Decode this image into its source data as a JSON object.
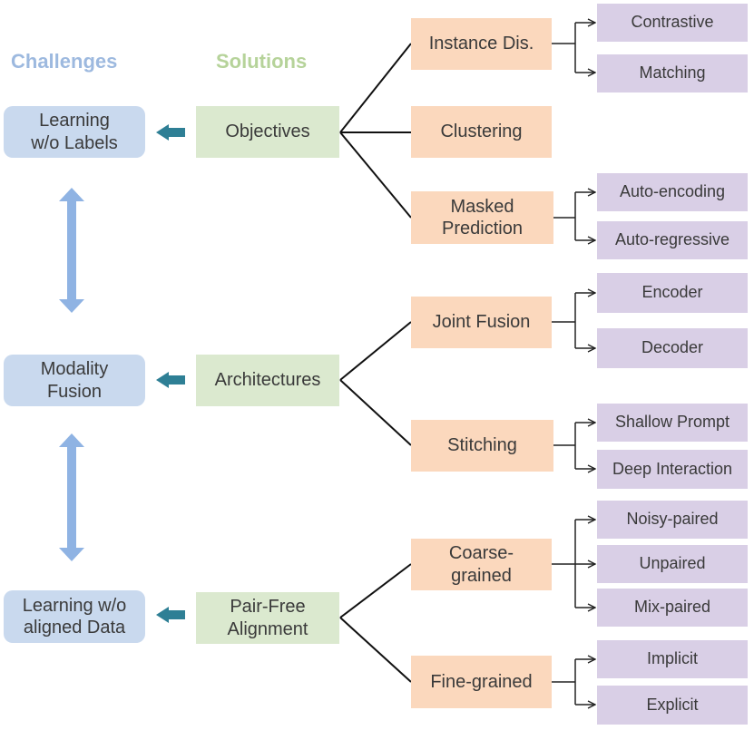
{
  "headers": {
    "challenges": "Challenges",
    "solutions": "Solutions"
  },
  "colors": {
    "challenges_header": "#9db9df",
    "solutions_header": "#b6d39a",
    "small_arrow": "#2e7f95",
    "big_arrow": "#8fb3e3"
  },
  "challenges": [
    {
      "line1": "Learning",
      "line2": "w/o Labels"
    },
    {
      "line1": "Modality",
      "line2": "Fusion"
    },
    {
      "line1": "Learning w/o",
      "line2": "aligned Data"
    }
  ],
  "solutions": [
    {
      "line1": "Objectives",
      "line2": ""
    },
    {
      "line1": "Architectures",
      "line2": ""
    },
    {
      "line1": "Pair-Free",
      "line2": "Alignment"
    }
  ],
  "methods": [
    {
      "line1": "Instance Dis.",
      "line2": ""
    },
    {
      "line1": "Clustering",
      "line2": ""
    },
    {
      "line1": "Masked",
      "line2": "Prediction"
    },
    {
      "line1": "Joint Fusion",
      "line2": ""
    },
    {
      "line1": "Stitching",
      "line2": ""
    },
    {
      "line1": "Coarse-",
      "line2": "grained"
    },
    {
      "line1": "Fine-grained",
      "line2": ""
    }
  ],
  "leaves": [
    "Contrastive",
    "Matching",
    "Auto-encoding",
    "Auto-regressive",
    "Encoder",
    "Decoder",
    "Shallow Prompt",
    "Deep Interaction",
    "Noisy-paired",
    "Unpaired",
    "Mix-paired",
    "Implicit",
    "Explicit"
  ]
}
